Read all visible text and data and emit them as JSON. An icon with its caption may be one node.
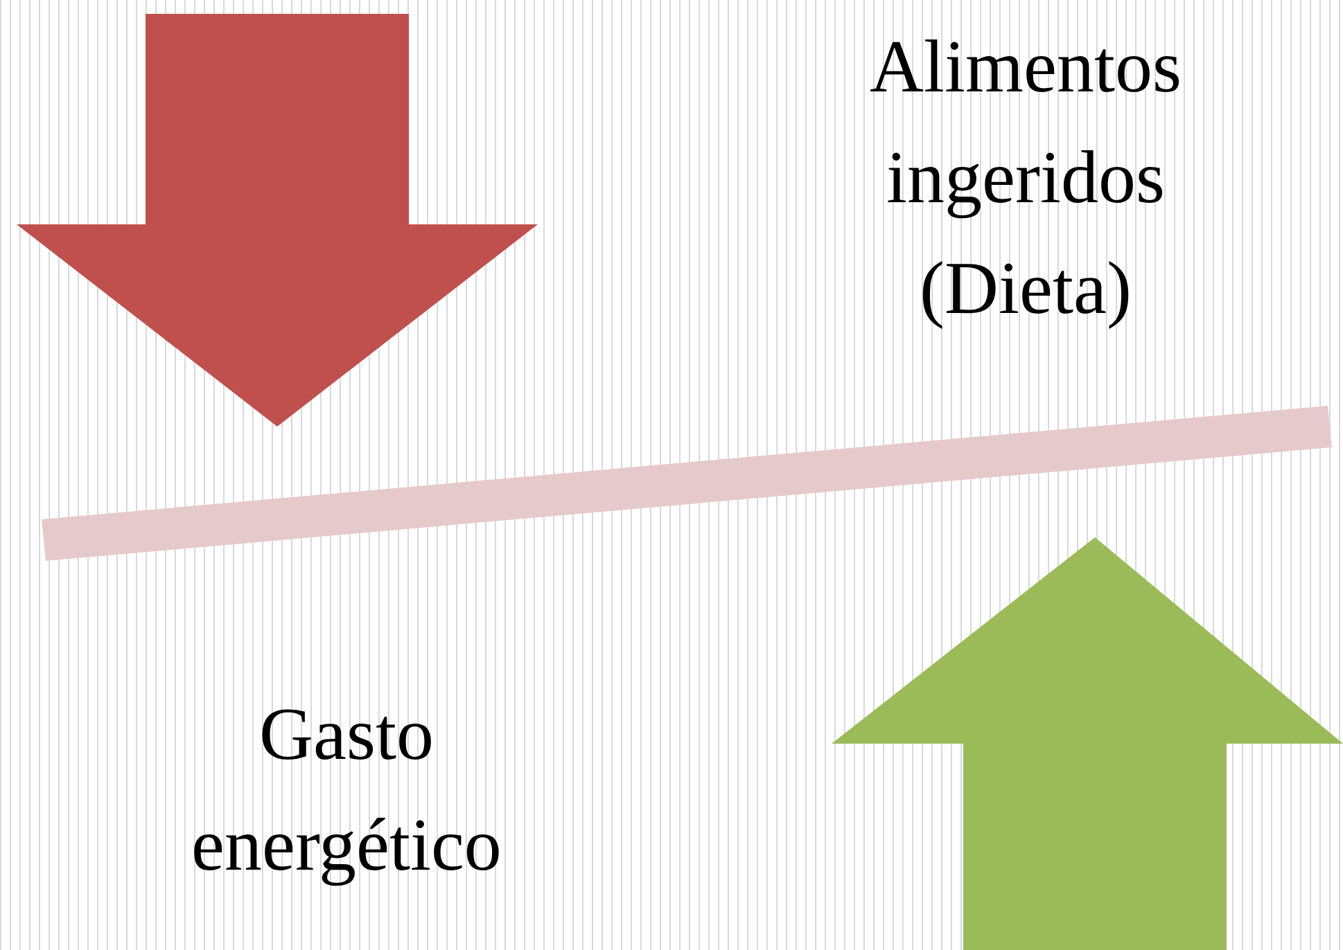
{
  "diagram": {
    "nodes": [
      {
        "text": [],
        "shape": "bar"
      }
    ],
    "labels": [
      "Alimentos ingeridos (Dieta)",
      "Gasto energético"
    ]
  }
}
